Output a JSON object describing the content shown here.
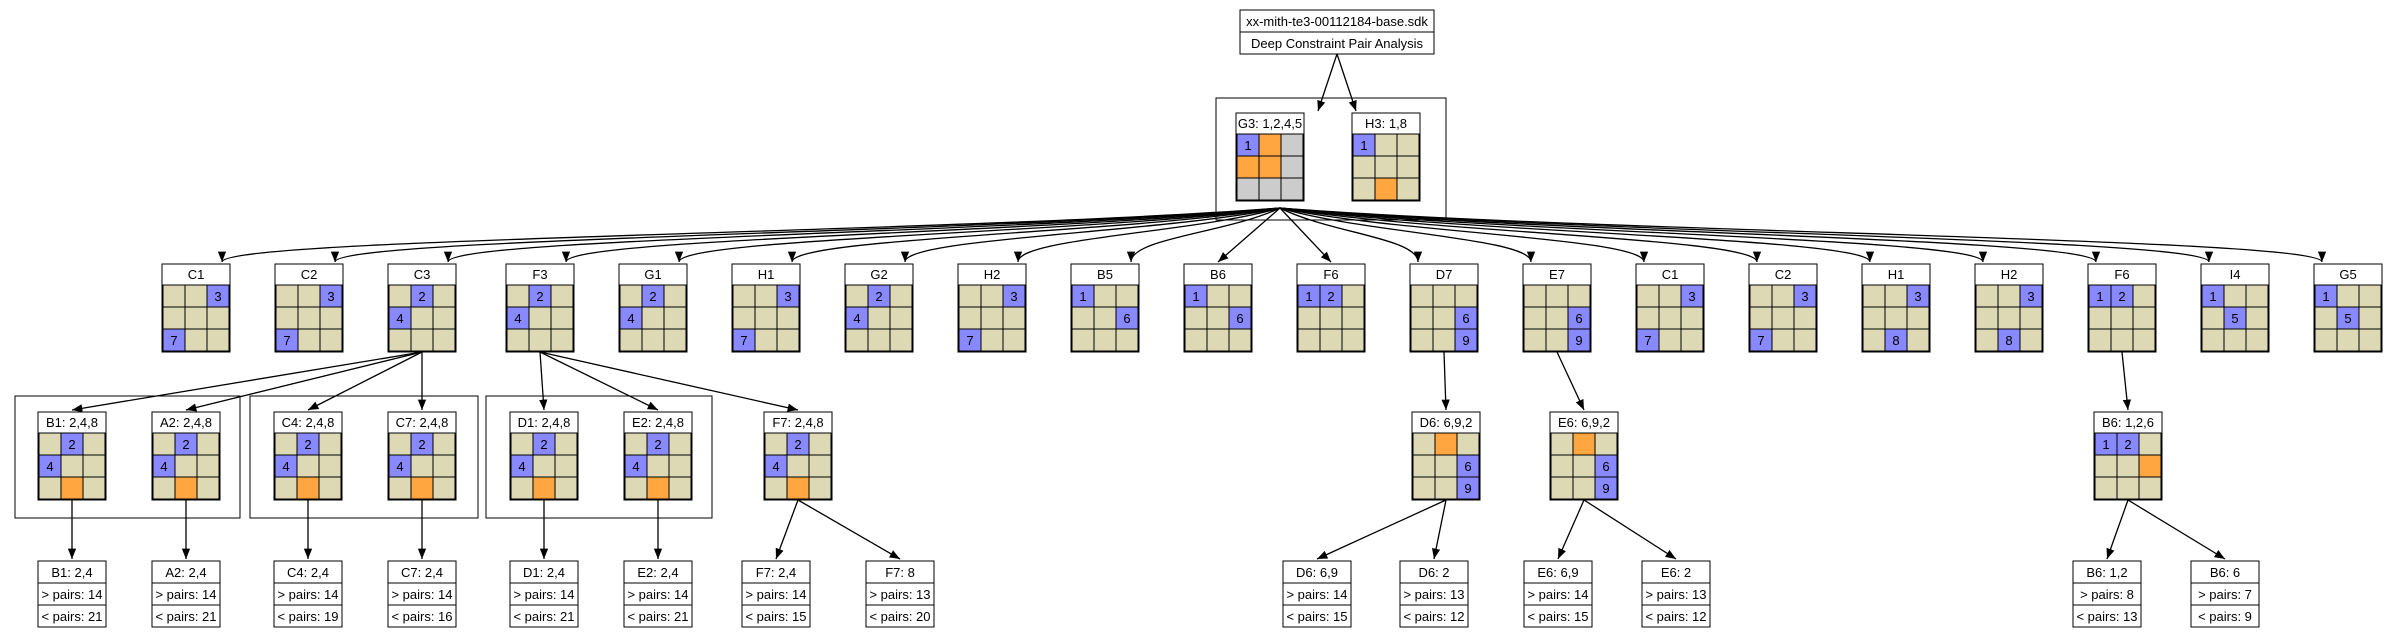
{
  "colors": {
    "empty": "#dcd9b4",
    "given": "#8888ff",
    "highlight": "#ffa640",
    "blocked": "#cccccc",
    "line": "#000000",
    "background": "#ffffff"
  },
  "cell_codes": "0 = empty (khaki), n = given digit cell (blue) showing number n, h = highlight (orange), x = blocked (grey)",
  "root": {
    "title": "xx-mith-te3-00112184-base.sdk",
    "subtitle": "Deep Constraint Pair Analysis"
  },
  "level1": [
    {
      "id": "g3",
      "label": "G3: 1,2,4,5",
      "cells": [
        "1",
        "h",
        "x",
        "h",
        "h",
        "x",
        "x",
        "x",
        "x"
      ]
    },
    {
      "id": "h3",
      "label": "H3: 1,8",
      "cells": [
        "1",
        "0",
        "0",
        "0",
        "0",
        "0",
        "0",
        "h",
        "0"
      ]
    }
  ],
  "level2": [
    {
      "id": "c1a",
      "label": "C1",
      "cells": [
        "0",
        "0",
        "3",
        "0",
        "0",
        "0",
        "7",
        "0",
        "0"
      ]
    },
    {
      "id": "c2a",
      "label": "C2",
      "cells": [
        "0",
        "0",
        "3",
        "0",
        "0",
        "0",
        "7",
        "0",
        "0"
      ]
    },
    {
      "id": "c3",
      "label": "C3",
      "cells": [
        "0",
        "2",
        "0",
        "4",
        "0",
        "0",
        "0",
        "0",
        "0"
      ]
    },
    {
      "id": "f3",
      "label": "F3",
      "cells": [
        "0",
        "2",
        "0",
        "4",
        "0",
        "0",
        "0",
        "0",
        "0"
      ]
    },
    {
      "id": "g1",
      "label": "G1",
      "cells": [
        "0",
        "2",
        "0",
        "4",
        "0",
        "0",
        "0",
        "0",
        "0"
      ]
    },
    {
      "id": "h1a",
      "label": "H1",
      "cells": [
        "0",
        "0",
        "3",
        "0",
        "0",
        "0",
        "7",
        "0",
        "0"
      ]
    },
    {
      "id": "g2",
      "label": "G2",
      "cells": [
        "0",
        "2",
        "0",
        "4",
        "0",
        "0",
        "0",
        "0",
        "0"
      ]
    },
    {
      "id": "h2a",
      "label": "H2",
      "cells": [
        "0",
        "0",
        "3",
        "0",
        "0",
        "0",
        "7",
        "0",
        "0"
      ]
    },
    {
      "id": "b5",
      "label": "B5",
      "cells": [
        "1",
        "0",
        "0",
        "0",
        "0",
        "6",
        "0",
        "0",
        "0"
      ]
    },
    {
      "id": "b6",
      "label": "B6",
      "cells": [
        "1",
        "0",
        "0",
        "0",
        "0",
        "6",
        "0",
        "0",
        "0"
      ]
    },
    {
      "id": "f6a",
      "label": "F6",
      "cells": [
        "1",
        "2",
        "0",
        "0",
        "0",
        "0",
        "0",
        "0",
        "0"
      ]
    },
    {
      "id": "d7",
      "label": "D7",
      "cells": [
        "0",
        "0",
        "0",
        "0",
        "0",
        "6",
        "0",
        "0",
        "9"
      ]
    },
    {
      "id": "e7",
      "label": "E7",
      "cells": [
        "0",
        "0",
        "0",
        "0",
        "0",
        "6",
        "0",
        "0",
        "9"
      ]
    },
    {
      "id": "c1b",
      "label": "C1",
      "cells": [
        "0",
        "0",
        "3",
        "0",
        "0",
        "0",
        "7",
        "0",
        "0"
      ]
    },
    {
      "id": "c2b",
      "label": "C2",
      "cells": [
        "0",
        "0",
        "3",
        "0",
        "0",
        "0",
        "7",
        "0",
        "0"
      ]
    },
    {
      "id": "h1b",
      "label": "H1",
      "cells": [
        "0",
        "0",
        "3",
        "0",
        "0",
        "0",
        "0",
        "8",
        "0"
      ]
    },
    {
      "id": "h2b",
      "label": "H2",
      "cells": [
        "0",
        "0",
        "3",
        "0",
        "0",
        "0",
        "0",
        "8",
        "0"
      ]
    },
    {
      "id": "f6b",
      "label": "F6",
      "cells": [
        "1",
        "2",
        "0",
        "0",
        "0",
        "0",
        "0",
        "0",
        "0"
      ]
    },
    {
      "id": "i4",
      "label": "I4",
      "cells": [
        "1",
        "0",
        "0",
        "0",
        "5",
        "0",
        "0",
        "0",
        "0"
      ]
    },
    {
      "id": "g5",
      "label": "G5",
      "cells": [
        "1",
        "0",
        "0",
        "0",
        "5",
        "0",
        "0",
        "0",
        "0"
      ]
    }
  ],
  "level3": [
    {
      "id": "b1",
      "parent": "c3",
      "label": "B1: 2,4,8",
      "cells": [
        "0",
        "2",
        "0",
        "4",
        "0",
        "0",
        "0",
        "h",
        "0"
      ]
    },
    {
      "id": "a2",
      "parent": "c3",
      "label": "A2: 2,4,8",
      "cells": [
        "0",
        "2",
        "0",
        "4",
        "0",
        "0",
        "0",
        "h",
        "0"
      ]
    },
    {
      "id": "c4",
      "parent": "c3",
      "label": "C4: 2,4,8",
      "cells": [
        "0",
        "2",
        "0",
        "4",
        "0",
        "0",
        "0",
        "h",
        "0"
      ]
    },
    {
      "id": "c7",
      "parent": "c3",
      "label": "C7: 2,4,8",
      "cells": [
        "0",
        "2",
        "0",
        "4",
        "0",
        "0",
        "0",
        "h",
        "0"
      ]
    },
    {
      "id": "d1",
      "parent": "f3",
      "label": "D1: 2,4,8",
      "cells": [
        "0",
        "2",
        "0",
        "4",
        "0",
        "0",
        "0",
        "h",
        "0"
      ]
    },
    {
      "id": "e2",
      "parent": "f3",
      "label": "E2: 2,4,8",
      "cells": [
        "0",
        "2",
        "0",
        "4",
        "0",
        "0",
        "0",
        "h",
        "0"
      ]
    },
    {
      "id": "f7",
      "parent": "f3",
      "label": "F7: 2,4,8",
      "cells": [
        "0",
        "2",
        "0",
        "4",
        "0",
        "0",
        "0",
        "h",
        "0"
      ]
    },
    {
      "id": "d6",
      "parent": "d7",
      "label": "D6: 6,9,2",
      "cells": [
        "0",
        "h",
        "0",
        "0",
        "0",
        "6",
        "0",
        "0",
        "9"
      ]
    },
    {
      "id": "e6",
      "parent": "e7",
      "label": "E6: 6,9,2",
      "cells": [
        "0",
        "h",
        "0",
        "0",
        "0",
        "6",
        "0",
        "0",
        "9"
      ]
    },
    {
      "id": "b6c",
      "parent": "f6b",
      "label": "B6: 1,2,6",
      "cells": [
        "1",
        "2",
        "0",
        "0",
        "0",
        "h",
        "0",
        "0",
        "0"
      ]
    }
  ],
  "leaves": [
    {
      "parent": "b1",
      "title": "B1: 2,4",
      "pairs_gt": "> pairs: 14",
      "pairs_lt": "< pairs: 21"
    },
    {
      "parent": "a2",
      "title": "A2: 2,4",
      "pairs_gt": "> pairs: 14",
      "pairs_lt": "< pairs: 21"
    },
    {
      "parent": "c4",
      "title": "C4: 2,4",
      "pairs_gt": "> pairs: 14",
      "pairs_lt": "< pairs: 19"
    },
    {
      "parent": "c7",
      "title": "C7: 2,4",
      "pairs_gt": "> pairs: 14",
      "pairs_lt": "< pairs: 16"
    },
    {
      "parent": "d1",
      "title": "D1: 2,4",
      "pairs_gt": "> pairs: 14",
      "pairs_lt": "< pairs: 21"
    },
    {
      "parent": "e2",
      "title": "E2: 2,4",
      "pairs_gt": "> pairs: 14",
      "pairs_lt": "< pairs: 21"
    },
    {
      "parent": "f7",
      "title": "F7: 2,4",
      "pairs_gt": "> pairs: 14",
      "pairs_lt": "< pairs: 15"
    },
    {
      "parent": "f7",
      "title": "F7: 8",
      "pairs_gt": "> pairs: 13",
      "pairs_lt": "< pairs: 20"
    },
    {
      "parent": "d6",
      "title": "D6: 6,9",
      "pairs_gt": "> pairs: 14",
      "pairs_lt": "< pairs: 15"
    },
    {
      "parent": "d6",
      "title": "D6: 2",
      "pairs_gt": "> pairs: 13",
      "pairs_lt": "< pairs: 12"
    },
    {
      "parent": "e6",
      "title": "E6: 6,9",
      "pairs_gt": "> pairs: 14",
      "pairs_lt": "< pairs: 15"
    },
    {
      "parent": "e6",
      "title": "E6: 2",
      "pairs_gt": "> pairs: 13",
      "pairs_lt": "< pairs: 12"
    },
    {
      "parent": "b6c",
      "title": "B6: 1,2",
      "pairs_gt": "> pairs: 8",
      "pairs_lt": "< pairs: 13"
    },
    {
      "parent": "b6c",
      "title": "B6: 6",
      "pairs_gt": "> pairs: 7",
      "pairs_lt": "< pairs: 9"
    }
  ]
}
